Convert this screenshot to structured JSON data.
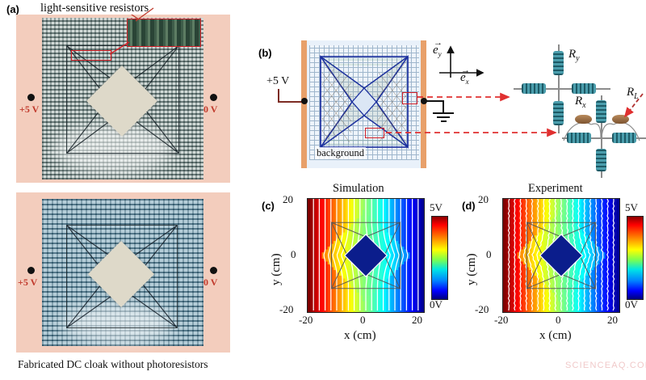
{
  "figure": {
    "background": "#ffffff",
    "watermark": "SCIENCEAQ.COM"
  },
  "panel_a": {
    "label": "(a)",
    "annotation": "light-sensitive resistors",
    "caption": "Fabricated DC cloak without photoresistors",
    "top_photo": {
      "left_voltage": "+5 V",
      "right_voltage": "0 V",
      "description": "fabricated DC cloak with photoresistors"
    },
    "bottom_photo": {
      "left_voltage": "+5 V",
      "right_voltage": "0 V",
      "description": "fabricated DC cloak without photoresistors"
    },
    "colors": {
      "electrode_pad": "#f3cdbd",
      "voltage_text": "#c0392b",
      "inset_border": "#d42027"
    }
  },
  "panel_b": {
    "label": "(b)",
    "left_voltage": "+5 V",
    "background_label": "background",
    "unit_vector_y": "e",
    "unit_vector_y_sub": "y",
    "unit_vector_x": "e",
    "unit_vector_x_sub": "x",
    "resistor_labels": {
      "ry": "R",
      "ry_sub": "y",
      "rx": "R",
      "rx_sub": "x",
      "rl": "R",
      "rl_sub": "L"
    },
    "colors": {
      "electrode": "#e8a06a",
      "grid": "#9fb6cc",
      "cloak_outline": "#1b2f9e",
      "callout": "#e03030",
      "resistor": "#2e7d8c",
      "photoresistor": "#9a6b3f"
    }
  },
  "panel_c": {
    "label": "(c)",
    "title": "Simulation",
    "xlabel": "x (cm)",
    "ylabel": "y (cm)",
    "xticks": [
      "-20",
      "0",
      "20"
    ],
    "yticks": [
      "20",
      "0",
      "-20"
    ],
    "cbar_max": "5V",
    "cbar_min": "0V"
  },
  "panel_d": {
    "label": "(d)",
    "title": "Experiment",
    "xlabel": "x (cm)",
    "ylabel": "y (cm)",
    "xticks": [
      "-20",
      "0",
      "20"
    ],
    "yticks": [
      "20",
      "0",
      "-20"
    ],
    "cbar_max": "5V",
    "cbar_min": "0V"
  },
  "chart_data": {
    "type": "heatmap",
    "title": "DC potential distribution around cloak",
    "panels": [
      {
        "name": "Simulation",
        "xlabel": "x (cm)",
        "ylabel": "y (cm)",
        "xlim": [
          -22,
          22
        ],
        "ylim": [
          -22,
          22
        ],
        "xticks": [
          -20,
          0,
          20
        ],
        "yticks": [
          -20,
          0,
          20
        ],
        "colorbar": {
          "min": 0,
          "max": 5,
          "unit": "V",
          "colormap": "jet",
          "min_label": "0V",
          "max_label": "5V"
        },
        "field": "linear voltage gradient from +5V at left edge to 0V at right edge; equipotential contours vertical in background, bending around the cloak; square cloak shell spans about -13..13 cm with concave star inner boundary; central rotated-square object (~8 cm half-diagonal) held at 0V (dark blue)",
        "contour_count": 20
      },
      {
        "name": "Experiment",
        "xlabel": "x (cm)",
        "ylabel": "y (cm)",
        "xlim": [
          -22,
          22
        ],
        "ylim": [
          -22,
          22
        ],
        "xticks": [
          -20,
          0,
          20
        ],
        "yticks": [
          -20,
          0,
          20
        ],
        "colorbar": {
          "min": 0,
          "max": 5,
          "unit": "V",
          "colormap": "jet",
          "min_label": "0V",
          "max_label": "5V"
        },
        "field": "measured potential map matching simulation; vertical equipotentials restored outside the cloak, central rotated-square region at 0V",
        "contour_count": 20
      }
    ]
  }
}
